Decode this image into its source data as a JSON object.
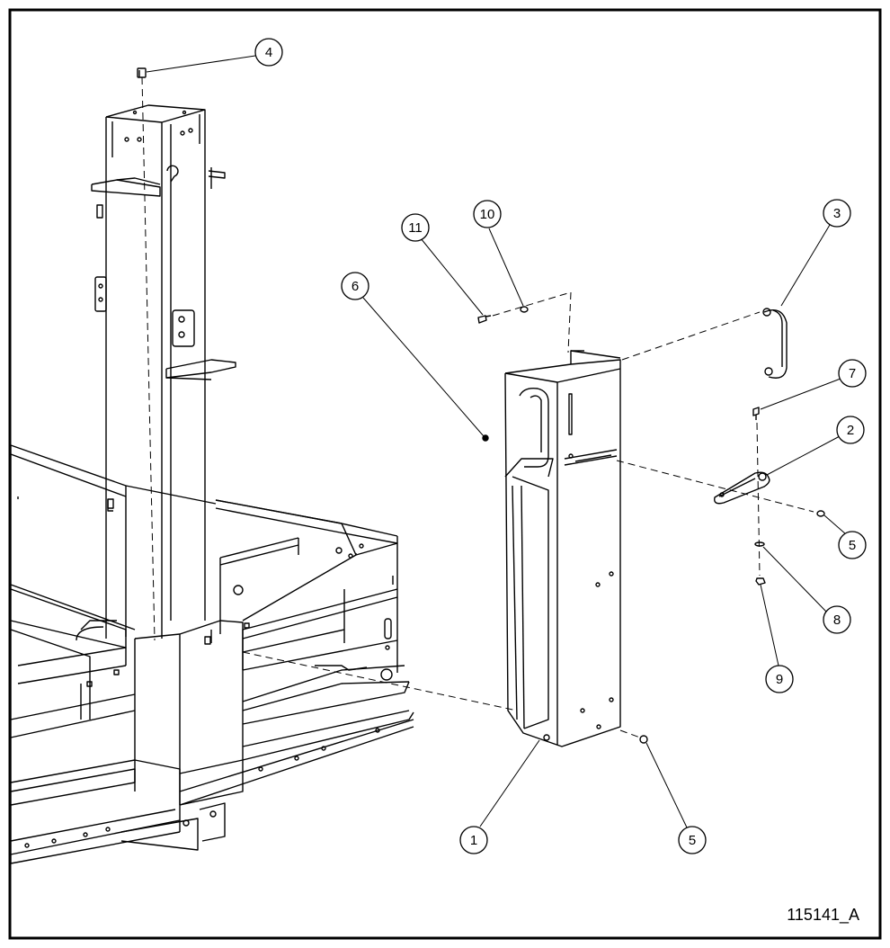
{
  "drawing": {
    "id": "115141_A",
    "stroke_color": "#000000",
    "fill_color": "#ffffff"
  },
  "callouts": [
    {
      "label": "4"
    },
    {
      "label": "11"
    },
    {
      "label": "10"
    },
    {
      "label": "3"
    },
    {
      "label": "6"
    },
    {
      "label": "7"
    },
    {
      "label": "2"
    },
    {
      "label": "5"
    },
    {
      "label": "8"
    },
    {
      "label": "9"
    },
    {
      "label": "1"
    },
    {
      "label": "5"
    }
  ]
}
